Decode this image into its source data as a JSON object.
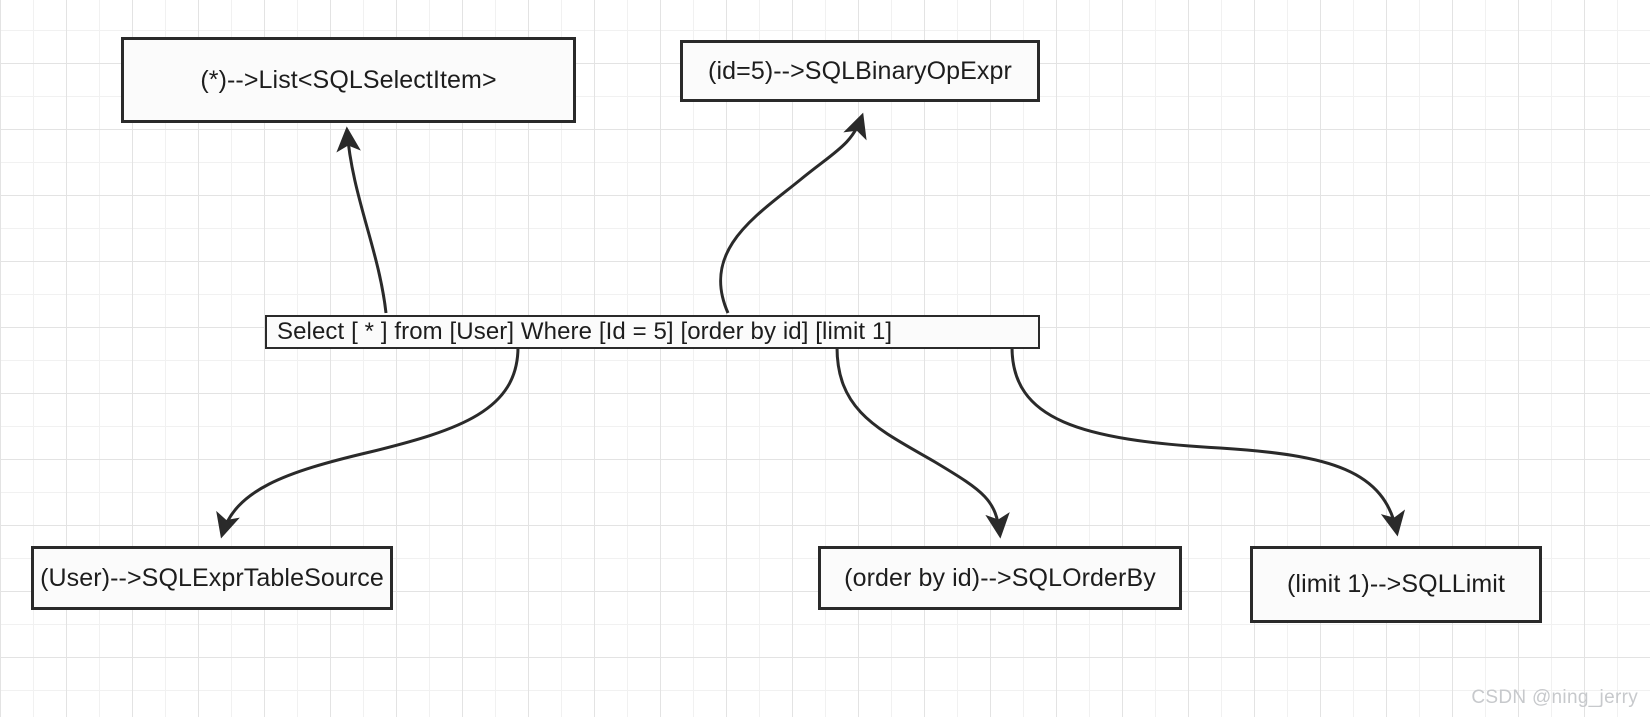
{
  "diagram": {
    "title": "SQL AST node mapping diagram",
    "style": {
      "background": "#ffffff",
      "grid_minor": "#f1f1f1",
      "grid_major": "#e3e3e3",
      "node_border": "#2a2a2a",
      "node_fill": "#fbfbfb",
      "edge_color": "#2a2a2a",
      "text_color": "#1d1d1d",
      "watermark_color": "#c7c9cc"
    },
    "nodes": {
      "select_item": {
        "label": "(*)-->List<SQLSelectItem>"
      },
      "binary_op": {
        "label": "(id=5)-->SQLBinaryOpExpr"
      },
      "sql_statement": {
        "label": "Select [  *  ] from [User]   Where      [Id = 5]     [order by id]  [limit 1]"
      },
      "table_source": {
        "label": "(User)-->SQLExprTableSource"
      },
      "order_by": {
        "label": "(order by id)-->SQLOrderBy"
      },
      "limit": {
        "label": "(limit 1)-->SQLLimit"
      }
    },
    "edges": [
      {
        "from": "sql_statement",
        "to": "select_item"
      },
      {
        "from": "sql_statement",
        "to": "binary_op"
      },
      {
        "from": "sql_statement",
        "to": "table_source"
      },
      {
        "from": "sql_statement",
        "to": "order_by"
      },
      {
        "from": "sql_statement",
        "to": "limit"
      }
    ],
    "watermark": "CSDN @ning_jerry"
  }
}
